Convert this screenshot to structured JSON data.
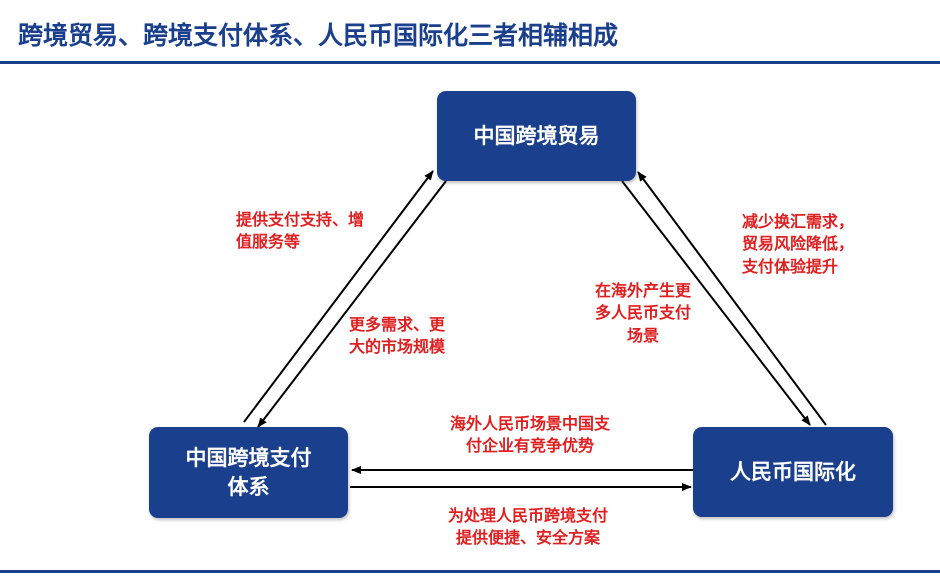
{
  "title": "跨境贸易、跨境支付体系、人民币国际化三者相辅相成",
  "colors": {
    "node_fill": "#1a3f8c",
    "label_text": "#e02020",
    "title_text": "#1a3f8c",
    "arrow": "#000000"
  },
  "nodes": {
    "trade": "中国跨境贸易",
    "payment": "中国跨境支付\n体系",
    "rmb": "人民币国际化"
  },
  "edges": {
    "payment_to_trade": "提供支付支持、增\n值服务等",
    "trade_to_payment": "更多需求、更\n大的市场规模",
    "rmb_to_trade": "减少换汇需求，\n贸易风险降低，\n支付体验提升",
    "trade_to_rmb": "在海外产生更\n多人民币支付\n场景",
    "rmb_to_payment": "海外人民币场景中国支\n付企业有竞争优势",
    "payment_to_rmb": "为处理人民币跨境支付\n提供便捷、安全方案"
  }
}
